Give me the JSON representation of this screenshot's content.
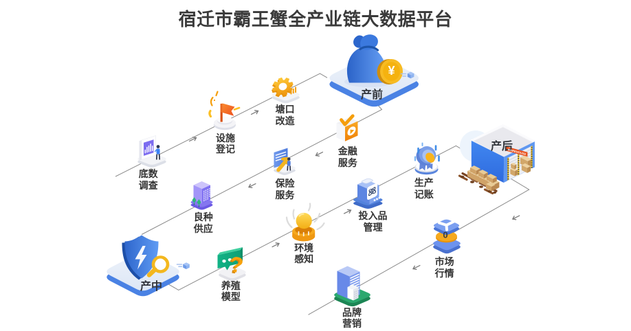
{
  "title": "宿迁市霸王蟹全产业链大数据平台",
  "stages": {
    "pre": {
      "label": "产前"
    },
    "mid": {
      "label": "产中"
    },
    "post": {
      "label": "产后",
      "banner": "WAREHOUSE"
    }
  },
  "steps": {
    "baseline_survey": {
      "label": "底数\n调查"
    },
    "facility_registration": {
      "label": "设施\n登记"
    },
    "pond_renovation": {
      "label": "塘口\n改造"
    },
    "financial_services": {
      "label": "金融\n服务"
    },
    "insurance_services": {
      "label": "保险\n服务"
    },
    "seed_supply": {
      "label": "良种\n供应"
    },
    "production_bookkeeping": {
      "label": "生产\n记账"
    },
    "input_management": {
      "label": "投入品\n管理"
    },
    "environment_sensing": {
      "label": "环境\n感知"
    },
    "breeding_model": {
      "label": "养殖\n模型"
    },
    "market_quotes": {
      "label": "市场\n行情",
      "badge": "0"
    },
    "brand_marketing": {
      "label": "品牌\n营销"
    }
  },
  "icon_glyphs": {
    "coin_symbol": "¥",
    "question_mark": "?"
  },
  "colors": {
    "accent_blue": "#3b7de8",
    "platform_top": "#e8EDf8",
    "platform_side": "#4a82e4",
    "orange": "#f59e0b",
    "green": "#17b184",
    "purple": "#8b7cf6",
    "gold": "#f5b820",
    "line_gray": "#8a8a8a",
    "text_dark": "#333333",
    "banner_red": "#e8511c"
  }
}
